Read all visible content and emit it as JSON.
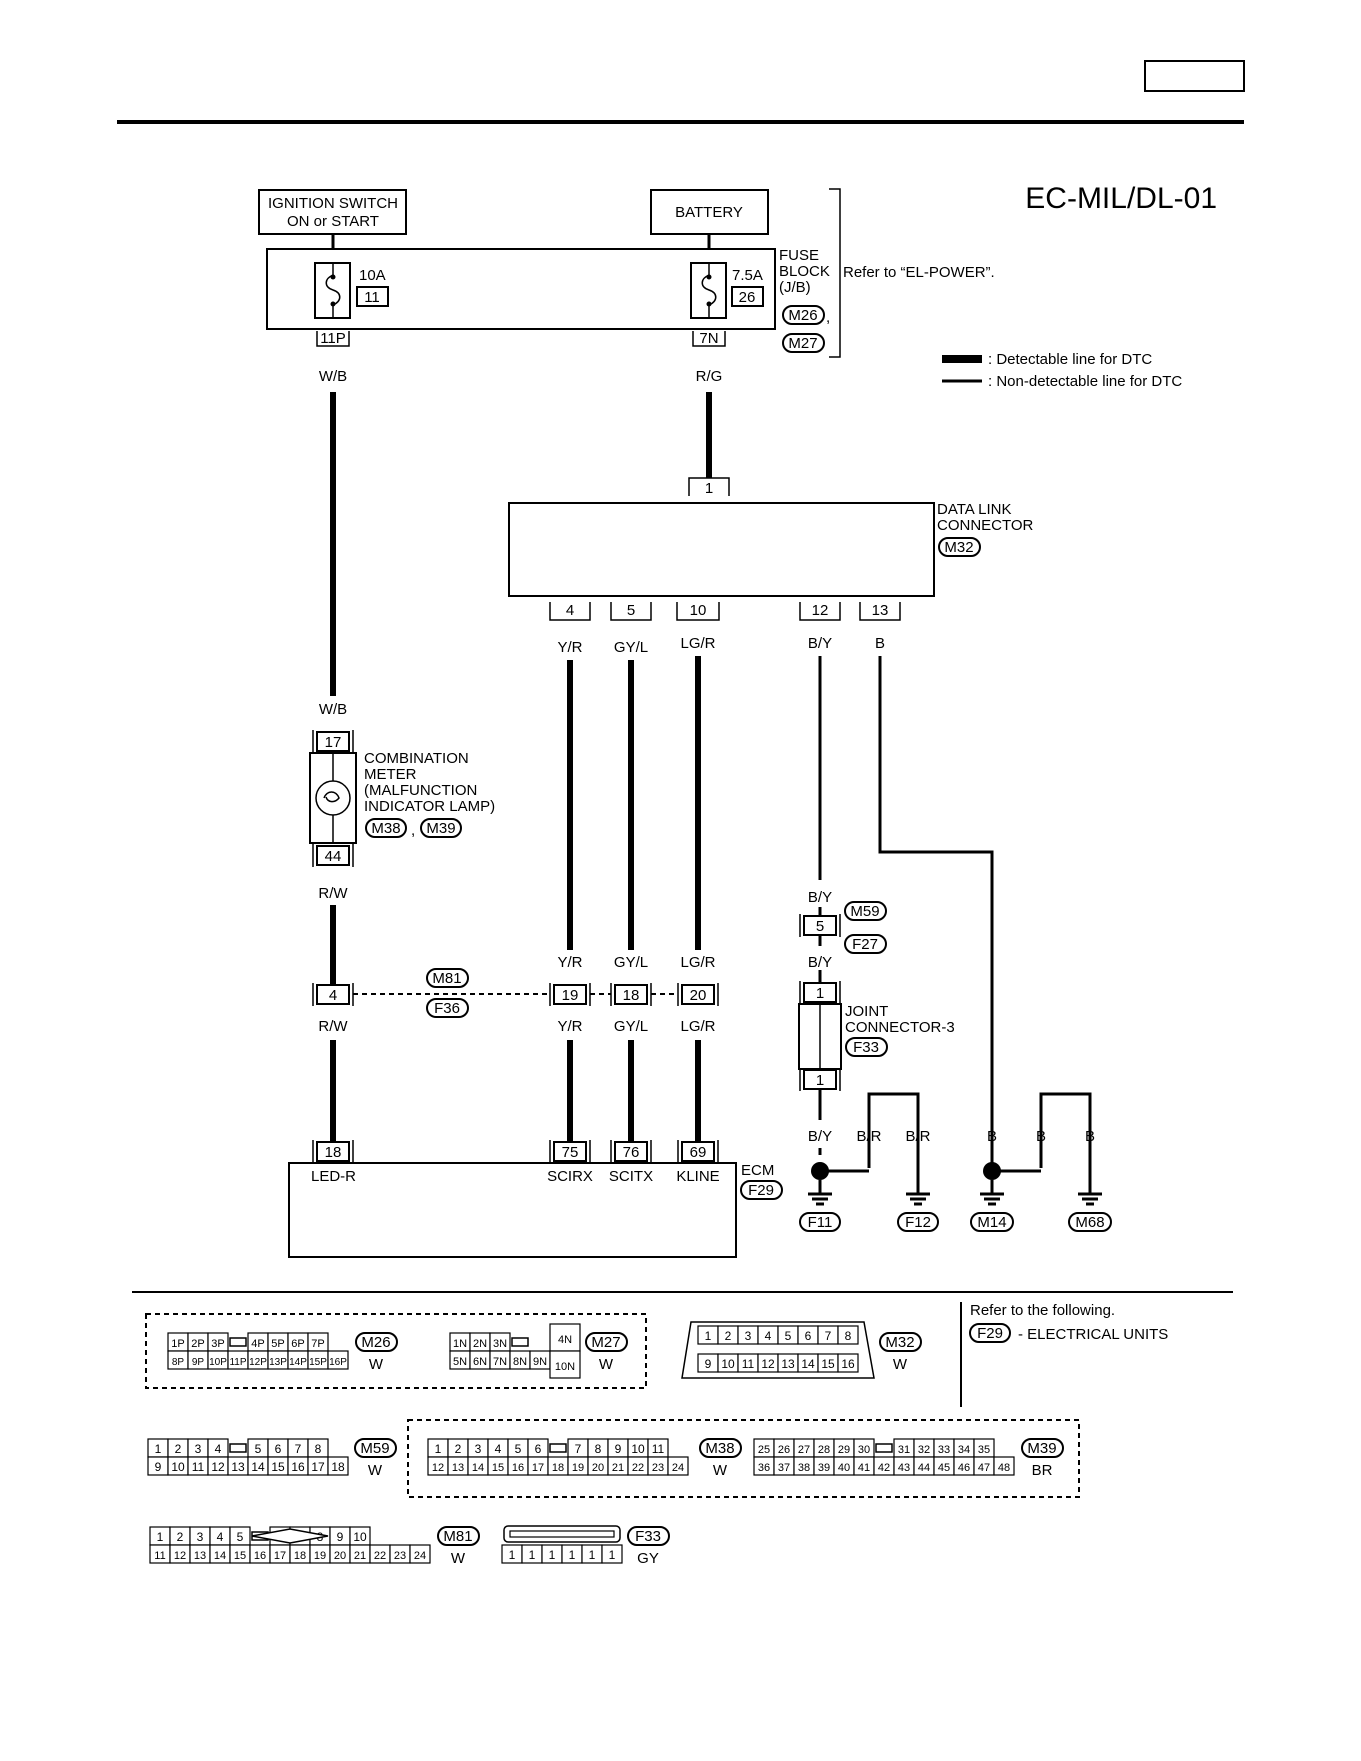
{
  "header": {
    "title": "EC-MIL/DL-01"
  },
  "components": {
    "ignition_switch": [
      "IGNITION SWITCH",
      "ON or START"
    ],
    "battery": "BATTERY",
    "fuse_block": {
      "lines": [
        "FUSE",
        "BLOCK",
        "(J/B)"
      ],
      "conn_a": "M26",
      "conn_b": "M27",
      "fuse_left": {
        "rating": "10A",
        "number": "11",
        "pin": "11P"
      },
      "fuse_right": {
        "rating": "7.5A",
        "number": "26",
        "pin": "7N"
      },
      "refer": "Refer to “EL-POWER”."
    },
    "data_link": {
      "lines": [
        "DATA LINK",
        "CONNECTOR"
      ],
      "conn": "M32"
    },
    "combination_meter": {
      "lines": [
        "COMBINATION",
        "METER",
        "(MALFUNCTION",
        "INDICATOR LAMP)"
      ],
      "conn_a": "M38",
      "conn_b": "M39"
    },
    "joint_connector": {
      "lines": [
        "JOINT",
        "CONNECTOR-3"
      ],
      "conn": "F33"
    },
    "ecm": {
      "label": "ECM",
      "conn": "F29"
    }
  },
  "legend": {
    "detectable": ": Detectable line for DTC",
    "non_detectable": ": Non-detectable line for DTC"
  },
  "wires": {
    "wb": "W/B",
    "rg": "R/G",
    "rw": "R/W",
    "yr": "Y/R",
    "gyl": "GY/L",
    "lgr": "LG/R",
    "by": "B/Y",
    "b": "B",
    "br": "B/R"
  },
  "pins": {
    "dl1": "1",
    "dl4": "4",
    "dl5": "5",
    "dl10": "10",
    "dl12": "12",
    "dl13": "13",
    "m17": "17",
    "m44": "44",
    "i4": "4",
    "i19": "19",
    "i18": "18",
    "i20": "20",
    "j5": "5",
    "jc1a": "1",
    "jc1b": "1",
    "e18": "18",
    "e75": "75",
    "e76": "76",
    "e69": "69"
  },
  "ecm_terminals": {
    "led": "LED-R",
    "scirx": "SCIRX",
    "scitx": "SCITX",
    "kline": "KLINE"
  },
  "connectors": {
    "m81": "M81",
    "f36": "F36",
    "m59": "M59",
    "f27": "F27",
    "f11": "F11",
    "f12": "F12",
    "m14": "M14",
    "m68": "M68"
  },
  "connector_faces": {
    "m26": {
      "code": "M26",
      "color": "W",
      "top": [
        "1P",
        "2P",
        "3P",
        "",
        "4P",
        "5P",
        "6P",
        "7P"
      ],
      "bottom": [
        "8P",
        "9P",
        "10P",
        "11P",
        "12P",
        "13P",
        "14P",
        "15P",
        "16P"
      ]
    },
    "m27": {
      "code": "M27",
      "color": "W",
      "top": [
        "1N",
        "2N",
        "3N",
        ""
      ],
      "bottom": [
        "5N",
        "6N",
        "7N",
        "8N",
        "9N"
      ],
      "side_top": "4N",
      "side_bottom": "10N"
    },
    "m32": {
      "code": "M32",
      "color": "W",
      "top": [
        "1",
        "2",
        "3",
        "4",
        "5",
        "6",
        "7",
        "8"
      ],
      "bottom": [
        "9",
        "10",
        "11",
        "12",
        "13",
        "14",
        "15",
        "16"
      ]
    },
    "m59": {
      "code": "M59",
      "color": "W",
      "top": [
        "1",
        "2",
        "3",
        "4",
        "",
        "5",
        "6",
        "7",
        "8"
      ],
      "bottom": [
        "9",
        "10",
        "11",
        "12",
        "13",
        "14",
        "15",
        "16",
        "17",
        "18"
      ]
    },
    "m38": {
      "code": "M38",
      "color": "W",
      "top": [
        "1",
        "2",
        "3",
        "4",
        "5",
        "6",
        "",
        "7",
        "8",
        "9",
        "10",
        "11"
      ],
      "bottom": [
        "12",
        "13",
        "14",
        "15",
        "16",
        "17",
        "18",
        "19",
        "20",
        "21",
        "22",
        "23",
        "24"
      ]
    },
    "m39": {
      "code": "M39",
      "color": "BR",
      "top": [
        "25",
        "26",
        "27",
        "28",
        "29",
        "30",
        "",
        "31",
        "32",
        "33",
        "34",
        "35"
      ],
      "bottom": [
        "36",
        "37",
        "38",
        "39",
        "40",
        "41",
        "42",
        "43",
        "44",
        "45",
        "46",
        "47",
        "48"
      ]
    },
    "m81": {
      "code": "M81",
      "color": "W",
      "top": [
        "1",
        "2",
        "3",
        "4",
        "5",
        "",
        "6",
        "7",
        "8",
        "9",
        "10"
      ],
      "bottom": [
        "11",
        "12",
        "13",
        "14",
        "15",
        "16",
        "17",
        "18",
        "19",
        "20",
        "21",
        "22",
        "23",
        "24"
      ]
    },
    "f33": {
      "code": "F33",
      "color": "GY",
      "bottom": [
        "1",
        "1",
        "1",
        "1",
        "1",
        "1"
      ]
    },
    "refer": {
      "title": "Refer to the following.",
      "conn": "F29",
      "text": "- ELECTRICAL UNITS"
    }
  }
}
